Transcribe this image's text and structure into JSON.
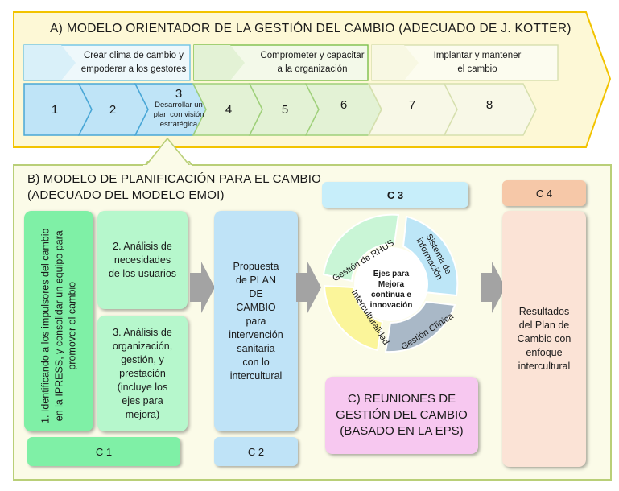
{
  "section_a": {
    "title": "A) MODELO ORIENTADOR DE LA GESTIÓN DEL CAMBIO (ADECUADO DE J. KOTTER)",
    "phases": [
      {
        "line1": "Crear clima de cambio y",
        "line2": "empoderar a los gestores"
      },
      {
        "line1": "Comprometer y capacitar",
        "line2": "a la organización"
      },
      {
        "line1": "Implantar y mantener",
        "line2": "el cambio"
      }
    ],
    "steps": [
      {
        "num": "1"
      },
      {
        "num": "2"
      },
      {
        "num": "3",
        "line1": "Desarrollar un",
        "line2": "plan con visión",
        "line3": "estratégica"
      },
      {
        "num": "4"
      },
      {
        "num": "5"
      },
      {
        "num": "6"
      },
      {
        "num": "7"
      },
      {
        "num": "8"
      }
    ]
  },
  "section_b": {
    "title_line1": "B) MODELO DE PLANIFICACIÓN PARA EL CAMBIO",
    "title_line2": "(ADECUADO DEL MODELO EMOI)",
    "c1": {
      "box1": {
        "line1": "1. Identificando a los impulsores del cambio",
        "line2": "en la IPRESS, y consolidar un equipo para",
        "line3": "promover el cambio"
      },
      "box2": {
        "line1": "2. Análisis de",
        "line2": "necesidades",
        "line3": "de los usuarios"
      },
      "box3": {
        "line1": "3. Análisis de",
        "line2": "organización,",
        "line3": "gestión, y",
        "line4": "prestación",
        "line5": "(incluye los",
        "line6": "ejes para",
        "line7": "mejora)"
      },
      "label": "C 1"
    },
    "c2": {
      "text": {
        "line1": "Propuesta",
        "line2": "de PLAN",
        "line3": "DE",
        "line4": "CAMBIO",
        "line5": "para",
        "line6": "intervención",
        "line7": "sanitaria",
        "line8": "con lo",
        "line9": "intercultural"
      },
      "label": "C 2"
    },
    "c3": {
      "label": "C 3",
      "center": {
        "line1": "Ejes para",
        "line2": "Mejora",
        "line3": "continua e",
        "line4": "innovación"
      },
      "segments": {
        "rhus": "Gestión de RHUS",
        "info_line1": "Sistema de",
        "info_line2": "información",
        "clinica": "Gestión Clínica",
        "intercultural": "Interculturalidad"
      }
    },
    "c4": {
      "label": "C 4",
      "text": {
        "line1": "Resultados",
        "line2": "del Plan de",
        "line3": "Cambio con",
        "line4": "enfoque",
        "line5": "intercultural"
      }
    }
  },
  "section_c": {
    "line1": "C) REUNIONES DE",
    "line2": "GESTIÓN DEL CAMBIO",
    "line3": "(BASADO EN LA EPS)"
  },
  "colors": {
    "frame_a_fill": "#fdf8d6",
    "frame_a_border": "#f2c300",
    "frame_b_fill": "#fbfbe8",
    "frame_b_border": "#b9cf78",
    "blue_step": "#bfe4f7",
    "blue_border": "#4aa7d6",
    "green_step": "#e3f2d5",
    "green_border": "#7cbf4a",
    "light_step": "#f8f8e7",
    "c1_green": "#7ff0a6",
    "c1_box": "#b6f7cc",
    "c2_blue": "#bfe3f7",
    "c3_blue": "#c7eefa",
    "c4_orange": "#f6c8a8",
    "c4_box": "#fbe3d6",
    "pink": "#f7c8f0",
    "seg_green": "#c9f5d6",
    "seg_blue": "#bde6f7",
    "seg_gray": "#a9b8c7",
    "seg_yellow": "#fbf59a",
    "arrow_gray": "#a3a3a3"
  }
}
